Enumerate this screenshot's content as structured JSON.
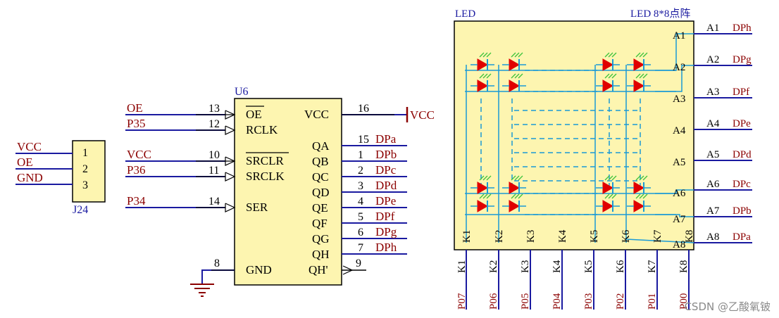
{
  "colors": {
    "wire": "#1a1aa0",
    "netlabel": "#8b0000",
    "chipfill": "#fdf5b0",
    "chipstroke": "#000000",
    "ledfill": "#e00000",
    "ledwire": "#1a9ad6",
    "ledglow": "#3cc43c"
  },
  "connector": {
    "name": "J24",
    "pins": [
      "1",
      "2",
      "3"
    ],
    "nets": [
      "VCC",
      "OE",
      "GND"
    ]
  },
  "chip": {
    "ref": "U6",
    "left_pins": [
      {
        "net": "OE",
        "num": "13",
        "name": "OE"
      },
      {
        "net": "P35",
        "num": "12",
        "name": "RCLK"
      },
      {
        "net": "VCC",
        "num": "10",
        "name": "SRCLR"
      },
      {
        "net": "P36",
        "num": "11",
        "name": "SRCLK"
      },
      {
        "net": "P34",
        "num": "14",
        "name": "SER"
      }
    ],
    "vcc_pin": {
      "num": "16",
      "name": "VCC",
      "net": "VCC"
    },
    "gnd_pin": {
      "num": "8",
      "name": "GND"
    },
    "outputs": [
      {
        "name": "QA",
        "num": "15",
        "net": "DPa"
      },
      {
        "name": "QB",
        "num": "1",
        "net": "DPb"
      },
      {
        "name": "QC",
        "num": "2",
        "net": "DPc"
      },
      {
        "name": "QD",
        "num": "3",
        "net": "DPd"
      },
      {
        "name": "QE",
        "num": "4",
        "net": "DPe"
      },
      {
        "name": "QF",
        "num": "5",
        "net": "DPf"
      },
      {
        "name": "QG",
        "num": "6",
        "net": "DPg"
      },
      {
        "name": "QH",
        "num": "7",
        "net": "DPh"
      }
    ],
    "qh_prime": {
      "name": "QH'",
      "num": "9"
    }
  },
  "matrix": {
    "label": "LED",
    "title": "LED 8*8点阵",
    "anode_pins": [
      "A1",
      "A2",
      "A3",
      "A4",
      "A5",
      "A6",
      "A7",
      "A8"
    ],
    "anode_nets": [
      "DPh",
      "DPg",
      "DPf",
      "DPe",
      "DPd",
      "DPc",
      "DPb",
      "DPa"
    ],
    "cathode_pins": [
      "K1",
      "K2",
      "K3",
      "K4",
      "K5",
      "K6",
      "K7",
      "K8"
    ],
    "cathode_nets": [
      "P07",
      "P06",
      "P05",
      "P04",
      "P03",
      "P02",
      "P01",
      "P00"
    ]
  },
  "watermark": "CSDN @乙酸氧铍"
}
